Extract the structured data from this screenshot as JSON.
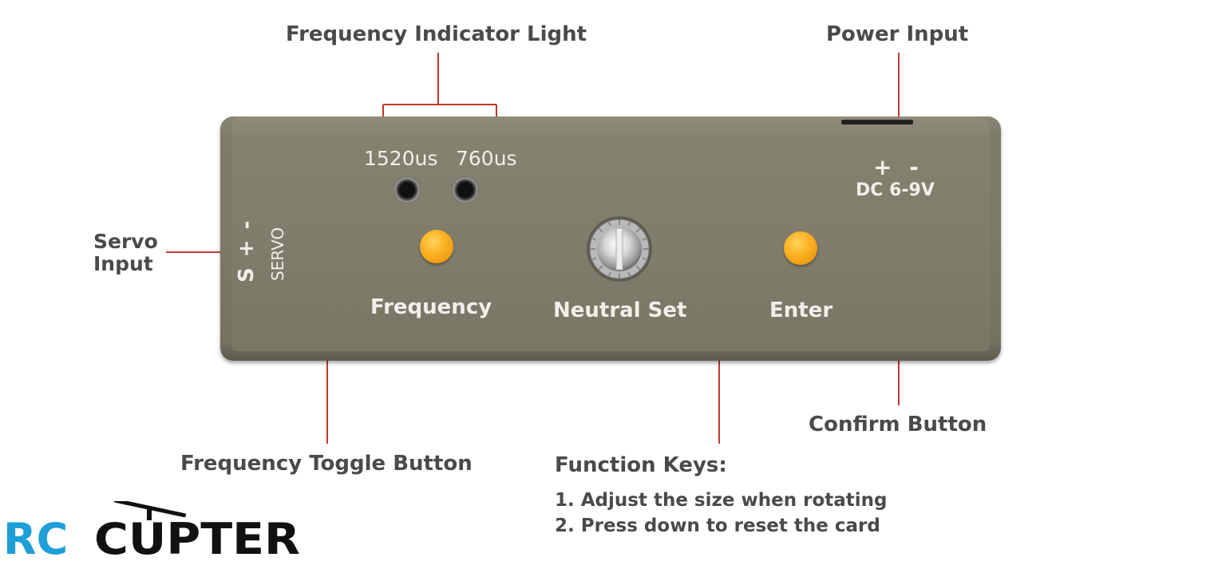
{
  "callouts": {
    "frequency_indicator_light": "Frequency Indicator Light",
    "power_input": "Power Input",
    "servo_input_line1": "Servo",
    "servo_input_line2": "Input",
    "frequency_toggle_button": "Frequency Toggle Button",
    "confirm_button": "Confirm Button"
  },
  "function_keys": {
    "title": "Function Keys:",
    "items": [
      "1. Adjust the size when rotating",
      "2. Press down to reset the card"
    ]
  },
  "device_labels": {
    "led_left": "1520us",
    "led_right": "760us",
    "power_polarity": "+ -",
    "power_voltage": "DC 6-9V",
    "servo_pins": "S + -",
    "servo_word": "SERVO",
    "frequency": "Frequency",
    "neutral_set": "Neutral Set",
    "enter": "Enter"
  },
  "logo": {
    "part1": "RC",
    "part2": "CUPTER"
  },
  "colors": {
    "leader_line": "#c0392b",
    "callout_text": "#4a4a4a",
    "device_body": "#7f7b6a",
    "button_orange": "#f7a81c",
    "logo_blue": "#1f9fd8",
    "logo_black": "#111111"
  }
}
